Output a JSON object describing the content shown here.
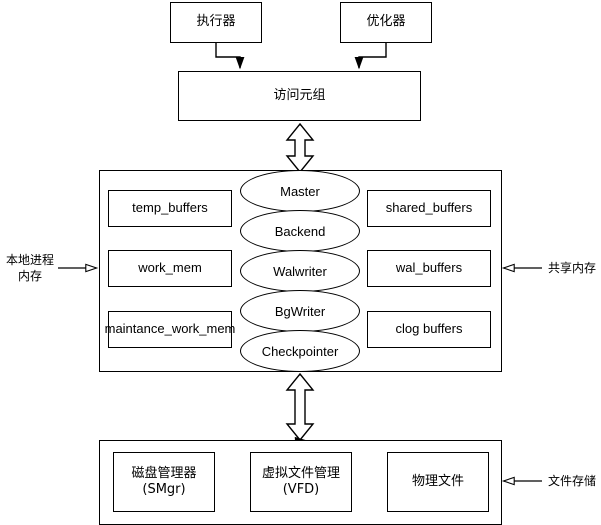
{
  "diagram": {
    "title_nodes": {
      "executor": "执行器",
      "optimizer": "优化器",
      "access_tuple": "访问元组"
    },
    "local_process_memory": {
      "side_label_line1": "本地进程",
      "side_label_line2": "内存",
      "items": [
        "temp_buffers",
        "work_mem",
        "maintance_work_mem"
      ]
    },
    "shared_memory": {
      "side_label": "共享内存",
      "items": [
        "shared_buffers",
        "wal_buffers",
        "clog buffers"
      ]
    },
    "processes": [
      "Master",
      "Backend",
      "Walwriter",
      "BgWriter",
      "Checkpointer"
    ],
    "file_storage": {
      "side_label": "文件存储",
      "items": [
        {
          "line1": "磁盘管理器",
          "line2": "(SMgr)"
        },
        {
          "line1": "虚拟文件管理",
          "line2": "(VFD)"
        },
        {
          "line1": "物理文件",
          "line2": ""
        }
      ]
    },
    "colors": {
      "stroke": "#000000",
      "fill": "#ffffff",
      "shadow": "#999999"
    }
  }
}
